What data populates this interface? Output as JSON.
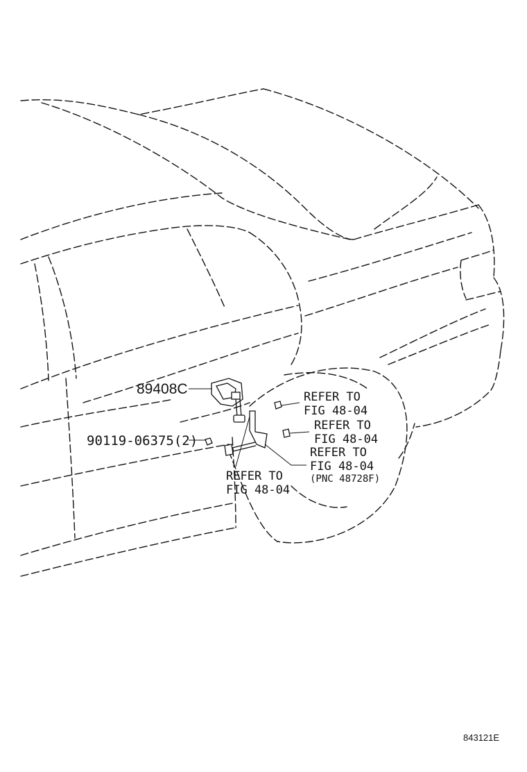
{
  "labels": {
    "part_89408c": "89408C",
    "part_90119": "90119-06375(2)",
    "refer_1_line1": "REFER TO",
    "refer_1_line2": "FIG 48-04",
    "refer_2_line1": "REFER TO",
    "refer_2_line2": "FIG 48-04",
    "refer_3_line1": "REFER TO",
    "refer_3_line2": "FIG 48-04",
    "refer_3_note": "(PNC 48728F)",
    "refer_4_line1": "REFER TO",
    "refer_4_line2": "FIG 48-04"
  },
  "figure_id": "843121E"
}
